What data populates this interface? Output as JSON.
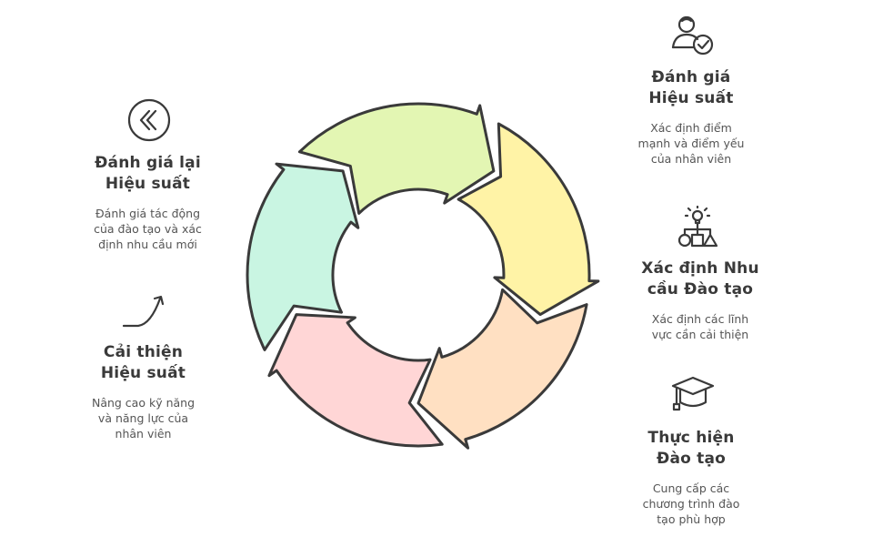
{
  "colors": {
    "outline": "#3a3a3a",
    "segment_yellow": "#fff3a6",
    "segment_orange": "#ffe0c2",
    "segment_pink": "#ffd6d6",
    "segment_mint": "#c9f5e2",
    "segment_green": "#e3f6b3"
  },
  "steps": [
    {
      "id": "evaluate",
      "icon": "person-check-icon",
      "title": [
        "Đánh giá",
        "Hiệu suất"
      ],
      "desc": [
        "Xác định điểm",
        "mạnh và điểm yếu",
        "của nhân viên"
      ]
    },
    {
      "id": "needs",
      "icon": "lightbulb-shapes-icon",
      "title": [
        "Xác định Nhu",
        "cầu Đào tạo"
      ],
      "desc": [
        "Xác định các lĩnh",
        "vực cần cải thiện"
      ]
    },
    {
      "id": "implement",
      "icon": "graduation-cap-icon",
      "title": [
        "Thực hiện",
        "Đào tạo"
      ],
      "desc": [
        "Cung cấp các",
        "chương trình đào",
        "tạo phù hợp"
      ]
    },
    {
      "id": "improve",
      "icon": "trend-arrow-icon",
      "title": [
        "Cải thiện",
        "Hiệu suất"
      ],
      "desc": [
        "Nâng cao kỹ năng",
        "và năng lực của",
        "nhân viên"
      ]
    },
    {
      "id": "reevaluate",
      "icon": "back-circle-icon",
      "title": [
        "Đánh giá lại",
        "Hiệu suất"
      ],
      "desc": [
        "Đánh giá tác động",
        "của đào tạo và xác",
        "định nhu cầu mới"
      ]
    }
  ]
}
